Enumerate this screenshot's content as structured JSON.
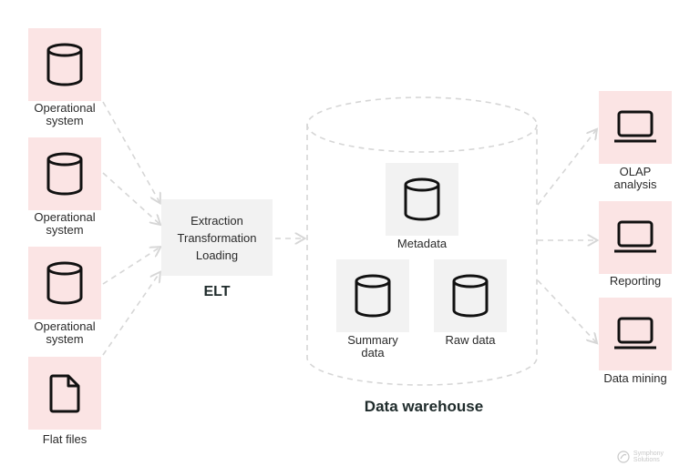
{
  "sources": [
    {
      "label_line1": "Operational",
      "label_line2": "system",
      "icon": "database-icon"
    },
    {
      "label_line1": "Operational",
      "label_line2": "system",
      "icon": "database-icon"
    },
    {
      "label_line1": "Operational",
      "label_line2": "system",
      "icon": "database-icon"
    },
    {
      "label_line1": "Flat files",
      "label_line2": "",
      "icon": "file-icon"
    }
  ],
  "elt": {
    "steps": [
      "Extraction",
      "Transformation",
      "Loading"
    ],
    "title": "ELT"
  },
  "warehouse": {
    "title": "Data warehouse",
    "components": [
      {
        "label_line1": "Metadata",
        "label_line2": "",
        "icon": "database-icon"
      },
      {
        "label_line1": "Summary",
        "label_line2": "data",
        "icon": "database-icon"
      },
      {
        "label_line1": "Raw data",
        "label_line2": "",
        "icon": "database-icon"
      }
    ]
  },
  "outputs": [
    {
      "label_line1": "OLAP",
      "label_line2": "analysis",
      "icon": "laptop-icon"
    },
    {
      "label_line1": "Reporting",
      "label_line2": "",
      "icon": "laptop-icon"
    },
    {
      "label_line1": "Data mining",
      "label_line2": "",
      "icon": "laptop-icon"
    }
  ],
  "watermark": {
    "line1": "Symphony",
    "line2": "Solutions"
  },
  "colors": {
    "source_bg": "#fbe4e4",
    "component_bg": "#f2f2f2",
    "stroke": "#111111",
    "dash": "#d6d6d6"
  }
}
